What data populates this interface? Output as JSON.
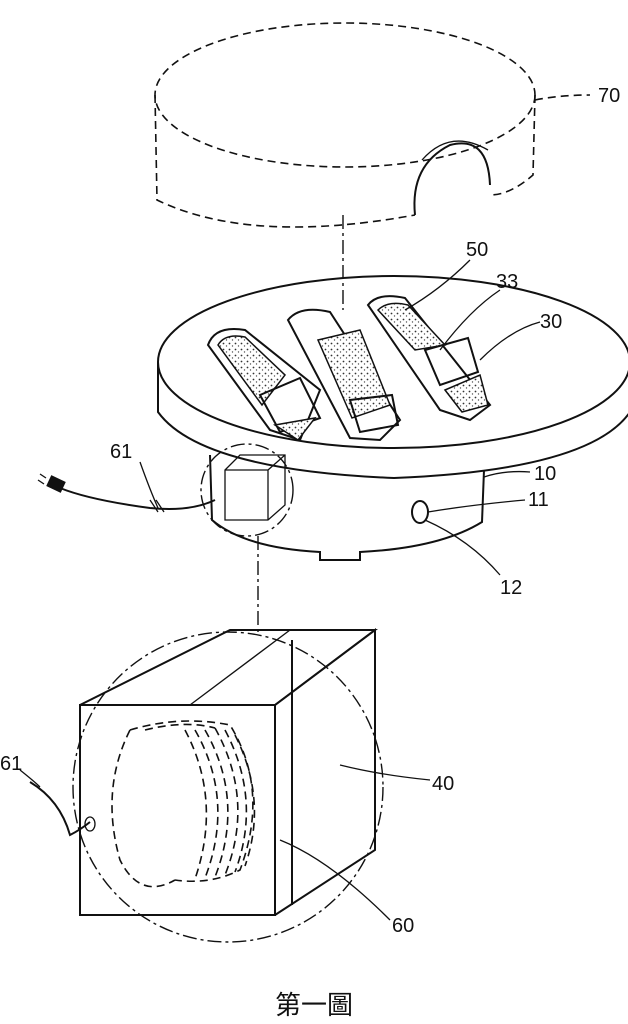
{
  "figure": {
    "caption": "第一圖",
    "labels": {
      "lid": "70",
      "pad": "50",
      "pad_tab": "33",
      "holder": "30",
      "cord_top": "61",
      "base": "10",
      "port": "11",
      "port_edge": "12",
      "cord_detail": "61",
      "housing": "40",
      "coil": "60"
    }
  }
}
